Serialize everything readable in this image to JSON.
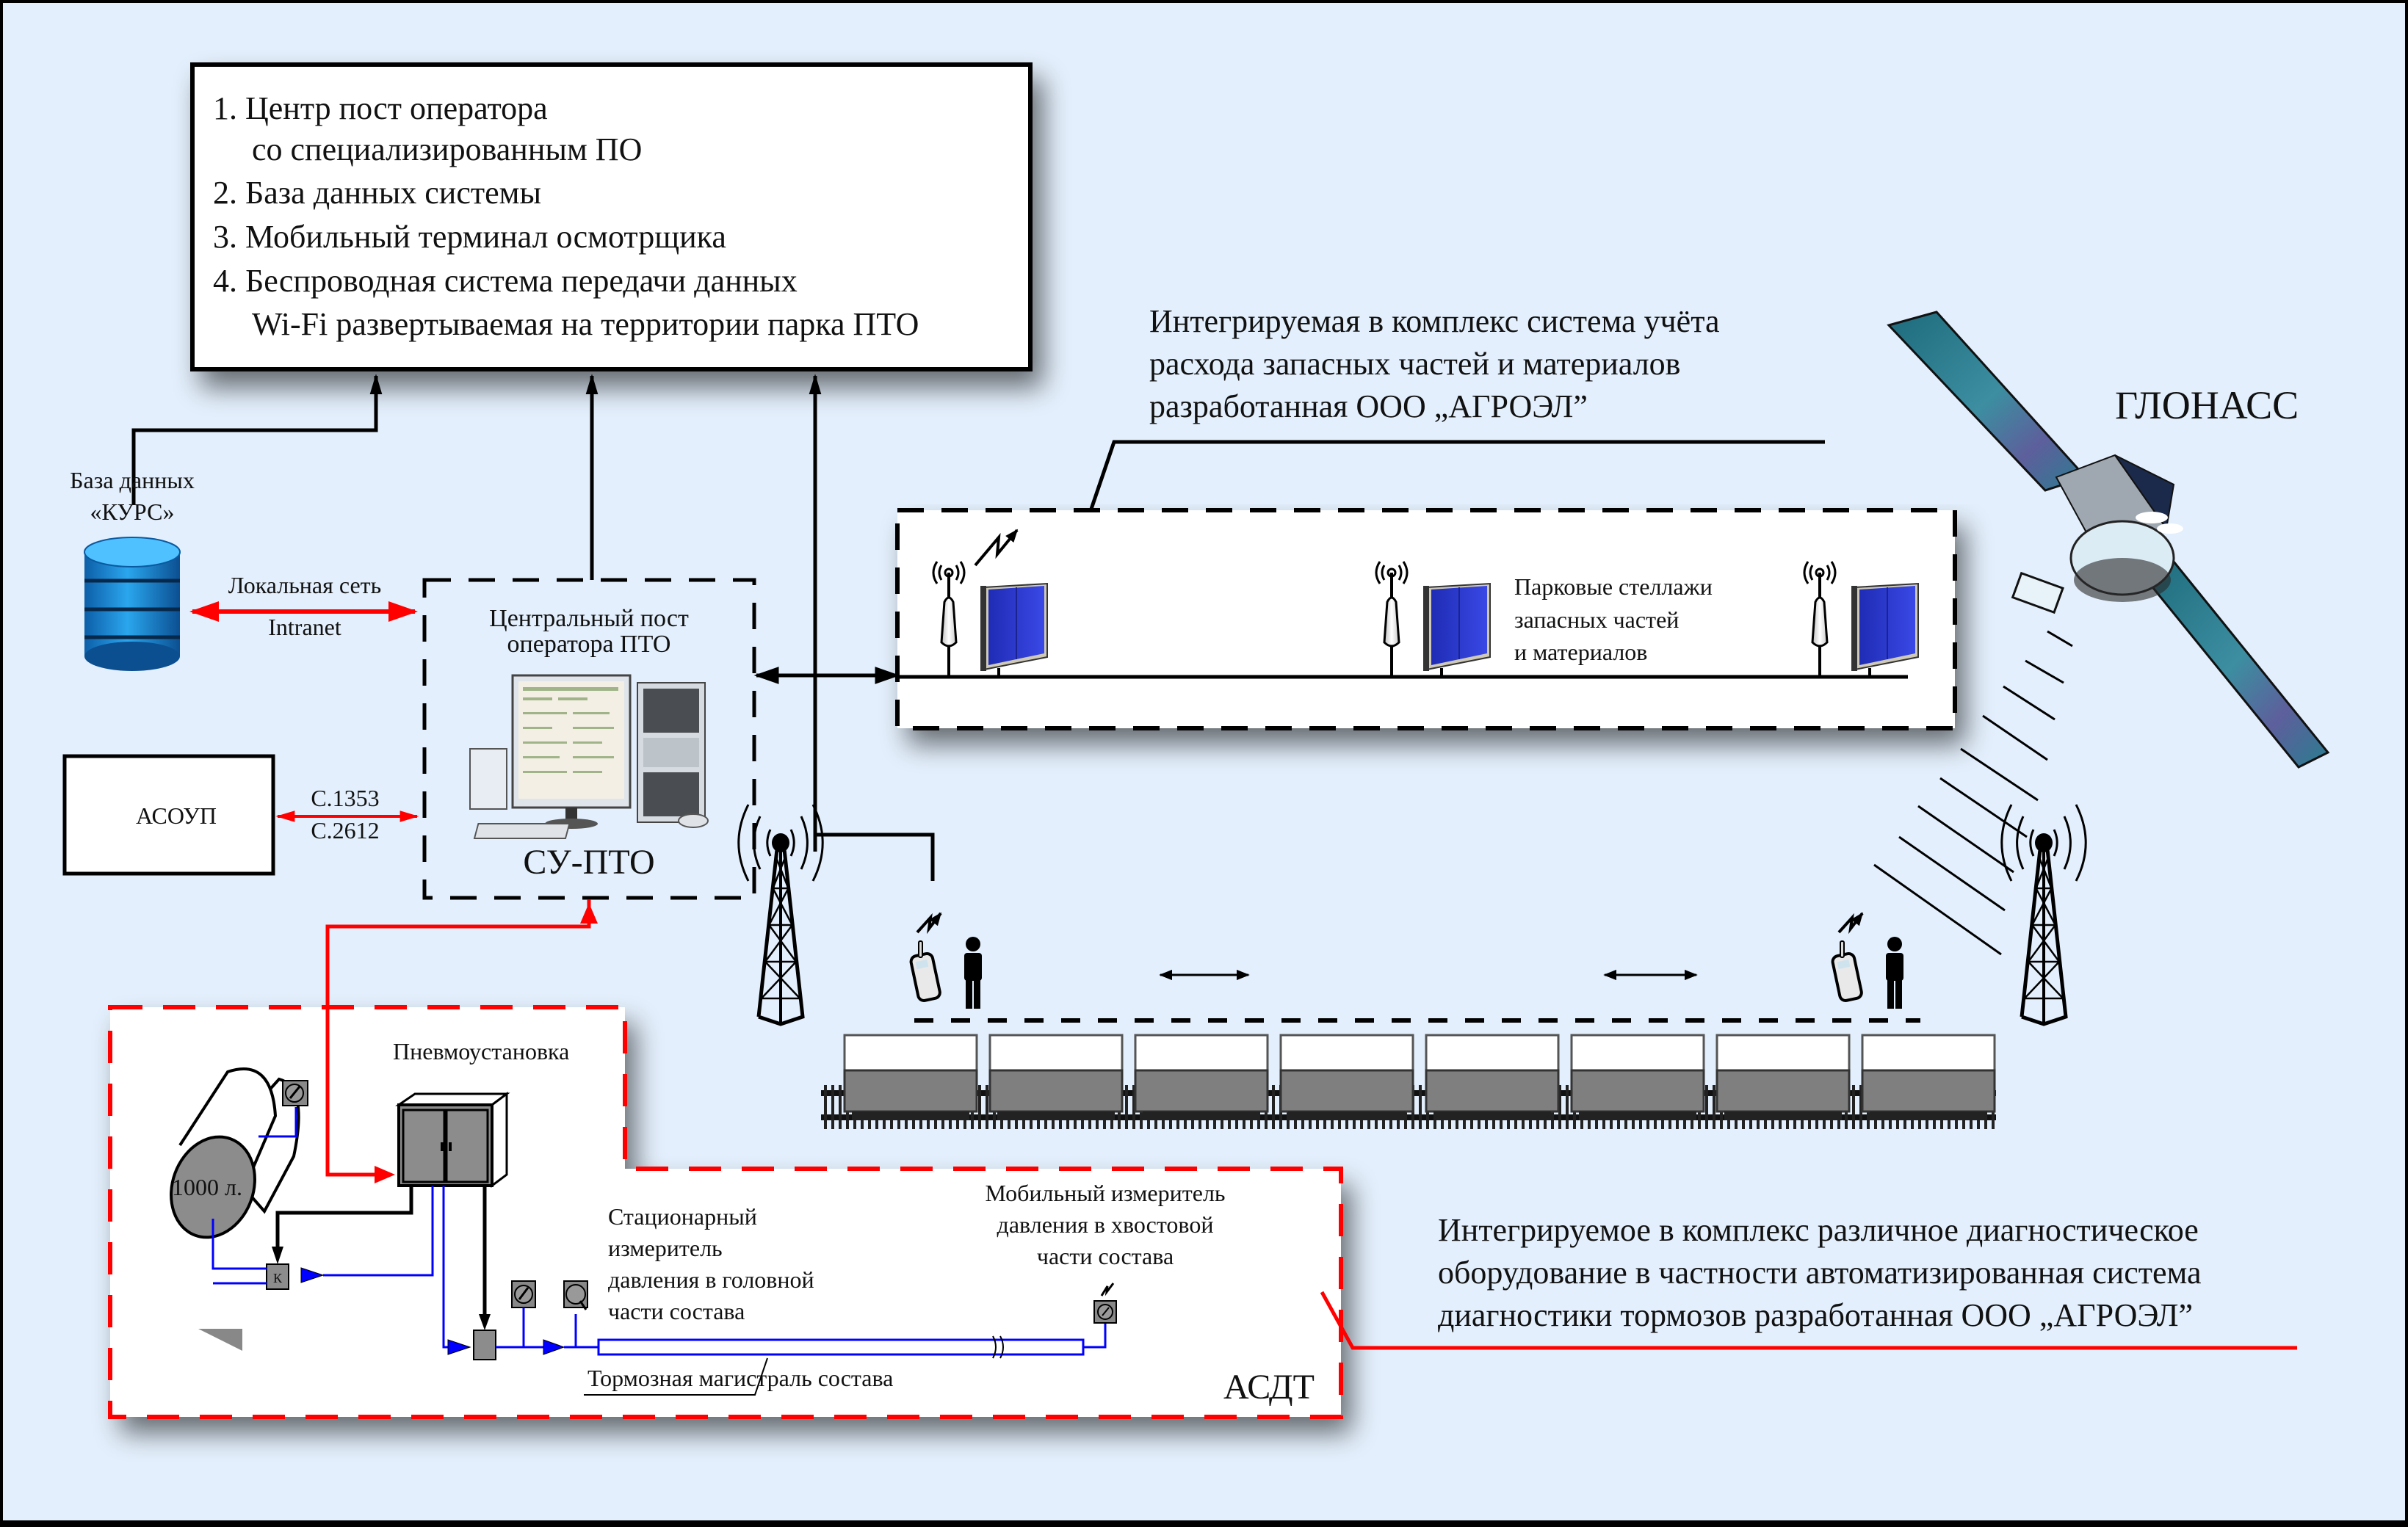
{
  "diagram": {
    "top_box": {
      "lines": [
        "1. Центр пост оператора",
        "со специализированным ПО",
        "2. База данных системы",
        "3. Мобильный терминал осмотрщика",
        "4. Беспроводная система передачи данных",
        "Wi-Fi развертываемая на территории парка ПТО"
      ]
    },
    "database": {
      "label_line1": "База данных",
      "label_line2": "«КУРС»",
      "icon": "database-icon"
    },
    "lan_link": {
      "line1": "Локальная сеть",
      "line2": "Intranet"
    },
    "asoup": {
      "label": "АСОУП"
    },
    "asoup_link": {
      "line1": "С.1353",
      "line2": "С.2612"
    },
    "central_post": {
      "title_line1": "Центральный пост",
      "title_line2": "оператора ПТО",
      "caption": "СУ-ПТО",
      "icon": "computer-workstation-icon"
    },
    "parts_system_annotation": {
      "lines": [
        "Интегрируемая в комплекс система учёта",
        "расхода запасных частей и материалов",
        "разработанная ООО „АГРОЭЛ”"
      ]
    },
    "parts_racks": {
      "label_lines": [
        "Парковые стеллажи",
        "запасных частей",
        "и материалов"
      ],
      "rack_count": 3,
      "icon": "cabinet-icon",
      "ap_icon": "wifi-access-point-icon"
    },
    "satellite": {
      "label": "ГЛОНАСС",
      "icon": "satellite-icon"
    },
    "towers": {
      "count": 2,
      "icon": "radio-tower-icon"
    },
    "inspectors": {
      "count": 2,
      "icons": [
        "mobile-phone-icon",
        "person-icon"
      ]
    },
    "train": {
      "wagon_count": 8,
      "icon": "freight-wagon-icon"
    },
    "asdt": {
      "title": "АСДТ",
      "pneumo_label": "Пневмоустановка",
      "tank_label": "1000 л.",
      "valve_label": "К",
      "stationary_meter_lines": [
        "Стационарный",
        "измеритель",
        "давления в головной",
        "части состава"
      ],
      "mobile_meter_lines": [
        "Мобильный измеритель",
        "давления в хвостовой",
        "части состава"
      ],
      "brake_line_label": "Тормозная магистраль состава"
    },
    "diagnostics_annotation": {
      "lines": [
        "Интегрируемое в комплекс различное диагностическое",
        "оборудование в частности автоматизированная система",
        "диагностики тормозов разработанная ООО „АГРОЭЛ”"
      ]
    },
    "colors": {
      "background": "#e3effc",
      "frame": "#000000",
      "link_red": "#ff0000",
      "pipe_blue": "#0000ff",
      "rack_blue": "#2f3fd8",
      "db_blue": "#1e88d8"
    }
  }
}
